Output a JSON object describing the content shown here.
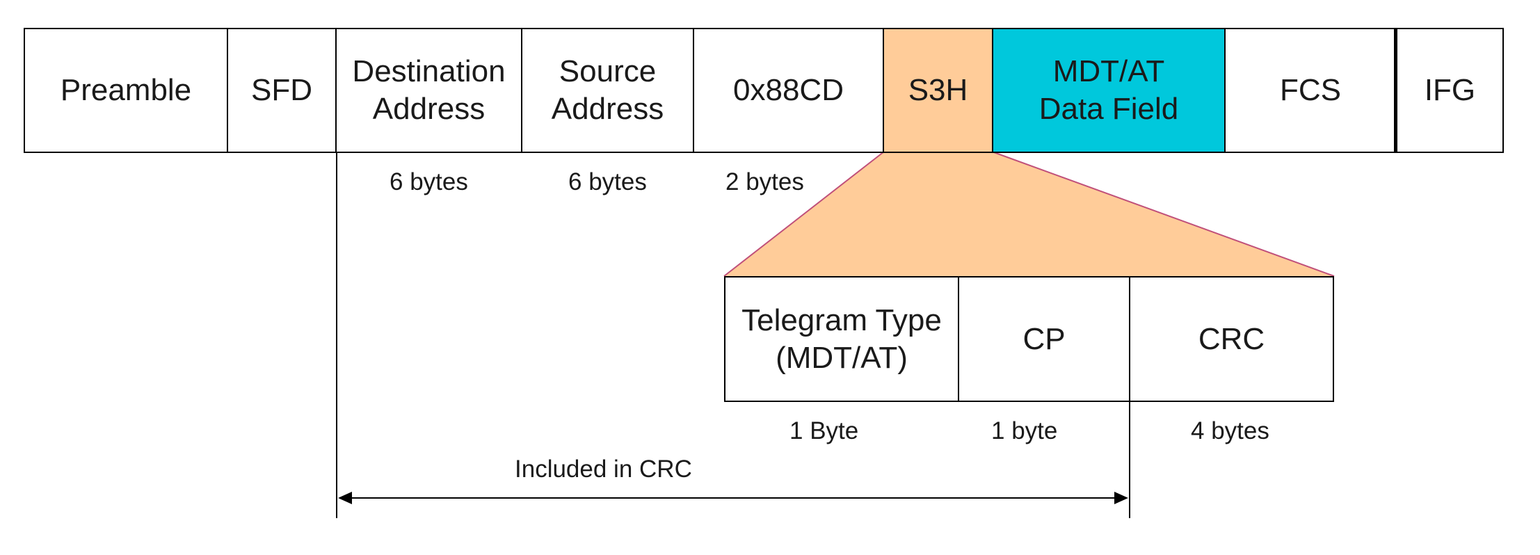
{
  "frame": {
    "fields": [
      {
        "label": "Preamble"
      },
      {
        "label": "SFD"
      },
      {
        "label": "Destination\nAddress"
      },
      {
        "label": "Source\nAddress"
      },
      {
        "label": "0x88CD"
      },
      {
        "label": "S3H"
      },
      {
        "label": "MDT/AT\nData Field"
      },
      {
        "label": "FCS"
      },
      {
        "label": "IFG"
      }
    ],
    "sizes": [
      "6 bytes",
      "6 bytes",
      "2 bytes"
    ]
  },
  "s3h_header": {
    "fields": [
      {
        "label": "Telegram Type\n(MDT/AT)"
      },
      {
        "label": "CP"
      },
      {
        "label": "CRC"
      }
    ],
    "sizes": [
      "1 Byte",
      "1 byte",
      "4 bytes"
    ]
  },
  "crc_span": {
    "label": "Included in CRC"
  },
  "colors": {
    "s3h_fill": "#FFCC99",
    "mdt_fill": "#00C8DC",
    "zoom_outline": "#C0507A",
    "line": "#000000"
  }
}
